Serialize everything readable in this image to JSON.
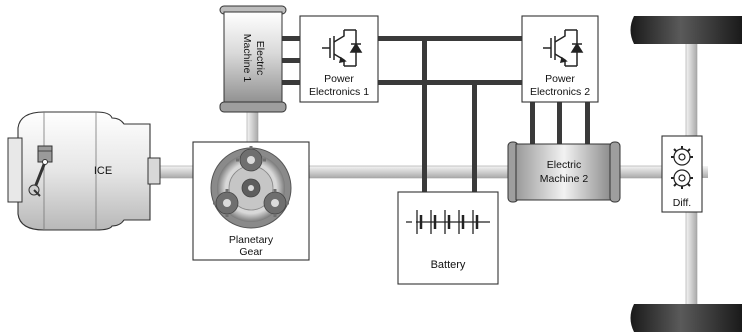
{
  "labels": {
    "ice": "ICE",
    "em1": [
      "Electric",
      "Machine 1"
    ],
    "pe1": [
      "Power",
      "Electronics 1"
    ],
    "pe2": [
      "Power",
      "Electronics 2"
    ],
    "em2": [
      "Electric",
      "Machine 2"
    ],
    "planetary": [
      "Planetary",
      "Gear"
    ],
    "battery": "Battery",
    "diff": "Diff."
  },
  "colors": {
    "shaft": "#d6d6d6",
    "shaft_edge": "#a8a8a8",
    "bus": "#3a3a3a",
    "box_border": "#333333",
    "gear_dark": "#707070",
    "gear_light": "#c0c0c0",
    "wheel": "#2c2c2c",
    "accent": "#e0e0e0"
  }
}
